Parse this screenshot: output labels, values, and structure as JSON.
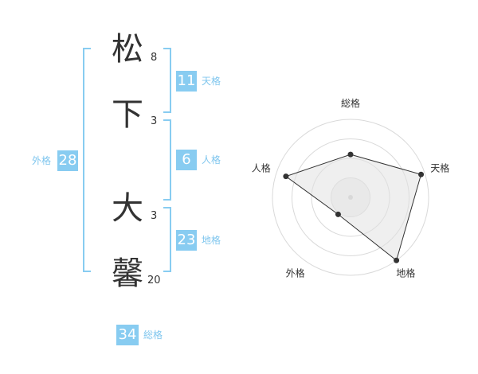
{
  "name": {
    "chars": [
      {
        "char": "松",
        "strokes": "8"
      },
      {
        "char": "下",
        "strokes": "3"
      },
      {
        "char": "大",
        "strokes": "3"
      },
      {
        "char": "馨",
        "strokes": "20"
      }
    ]
  },
  "fortunes": {
    "tenkaku": {
      "value": "11",
      "label": "天格"
    },
    "jinkaku": {
      "value": "6",
      "label": "人格"
    },
    "chikaku": {
      "value": "23",
      "label": "地格"
    },
    "gaikaku": {
      "value": "28",
      "label": "外格"
    },
    "soukaku": {
      "value": "34",
      "label": "総格"
    }
  },
  "colors": {
    "accent": "#88ccf1",
    "label": "#7fc6ee"
  },
  "chart_data": {
    "type": "radar",
    "axes": [
      "総格",
      "天格",
      "地格",
      "外格",
      "人格"
    ],
    "values": [
      0.55,
      0.95,
      1.0,
      0.27,
      0.87
    ],
    "range": [
      0,
      1
    ],
    "rings": 4,
    "title": ""
  }
}
